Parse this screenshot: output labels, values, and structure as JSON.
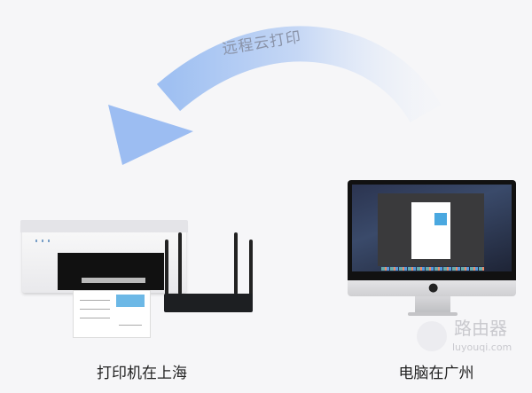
{
  "arrow": {
    "label": "远程云打印",
    "color": "#a9c6f2"
  },
  "printer_label": "打印机在上海",
  "computer_label": "电脑在广州",
  "watermark": {
    "text": "路由器",
    "url": "luyouqi.com"
  }
}
